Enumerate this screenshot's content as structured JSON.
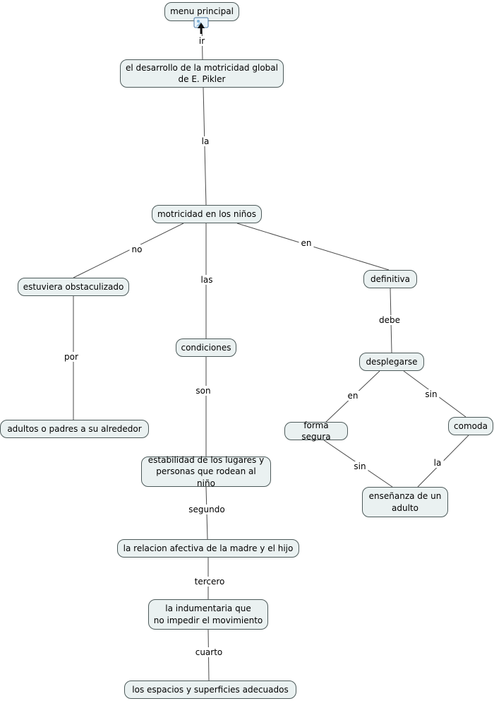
{
  "nodes": {
    "menu_principal": "menu principal",
    "desarrollo": "el desarrollo de la motricidad global\nde E. Pikler",
    "motricidad": "motricidad en los niños",
    "estuviera": "estuviera obstaculizado",
    "definitiva": "definitiva",
    "condiciones": "condiciones",
    "adultos": "adultos o padres a su alrededor",
    "desplegarse": "desplegarse",
    "forma_segura": "forma segura",
    "comoda": "comoda",
    "estabilidad": "estabilidad de los lugares y\npersonas que rodean al niño",
    "ensenanza": "enseñanza de un\nadulto",
    "relacion": "la relacion afectiva de la madre y el hijo",
    "indumentaria": "la indumentaria que\nno impedir el movimiento",
    "espacios": "los espacios y superficies adecuados"
  },
  "link_labels": {
    "ir": "ir",
    "la1": "la",
    "no": "no",
    "las": "las",
    "en1": "en",
    "por": "por",
    "son": "son",
    "debe": "debe",
    "en2": "en",
    "sin1": "sin",
    "sin2": "sin",
    "la2": "la",
    "segundo": "segundo",
    "tercero": "tercero",
    "cuarto": "cuarto"
  },
  "icons": {
    "resource_icon": "image-resource-icon",
    "cursor_icon": "mouse-cursor-arrow-icon"
  },
  "colors": {
    "background": "#ffffff",
    "node_fill": "#eaf1f1",
    "node_border": "#4d5a5a",
    "line": "#4a4a4a",
    "text": "#000000",
    "icon_border": "#4a79a5"
  }
}
